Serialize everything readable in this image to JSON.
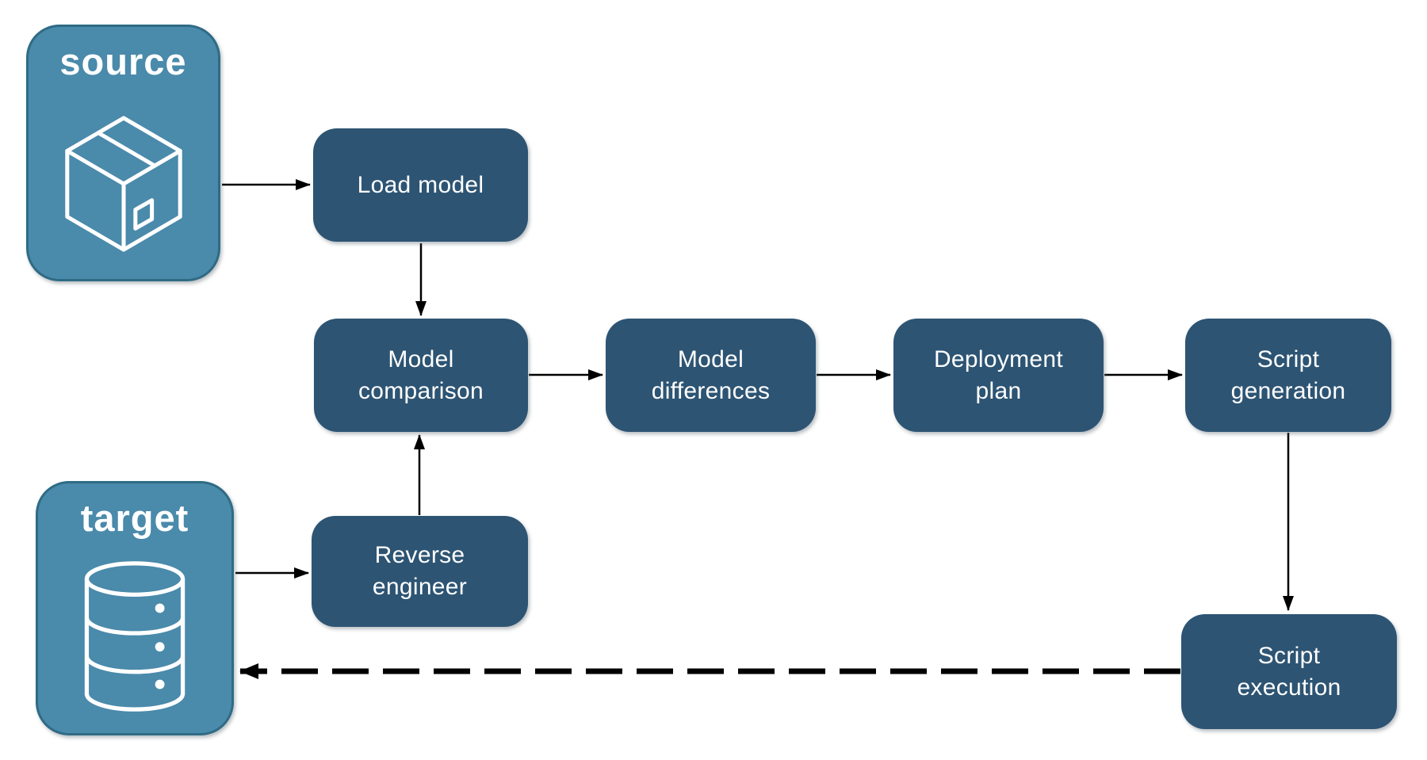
{
  "diagram": {
    "description": "Database schema deployment pipeline diagram",
    "colors": {
      "background": "#ffffff",
      "node_fill": "#2d5473",
      "node_text": "#ffffff",
      "endpoint_fill": "#4a8aab",
      "endpoint_border": "#2f6b85",
      "arrow": "#000000"
    },
    "endpoints": {
      "source": {
        "label": "source",
        "icon": "package-icon"
      },
      "target": {
        "label": "target",
        "icon": "database-icon"
      }
    },
    "nodes": {
      "load_model": {
        "line1": "Load model",
        "line2": ""
      },
      "model_comparison": {
        "line1": "Model",
        "line2": "comparison"
      },
      "model_differences": {
        "line1": "Model",
        "line2": "differences"
      },
      "deployment_plan": {
        "line1": "Deployment",
        "line2": "plan"
      },
      "script_generation": {
        "line1": "Script",
        "line2": "generation"
      },
      "reverse_engineer": {
        "line1": "Reverse",
        "line2": "engineer"
      },
      "script_execution": {
        "line1": "Script",
        "line2": "execution"
      }
    },
    "edges": [
      {
        "from": "source",
        "to": "load_model",
        "style": "solid"
      },
      {
        "from": "load_model",
        "to": "model_comparison",
        "style": "solid"
      },
      {
        "from": "model_comparison",
        "to": "model_differences",
        "style": "solid"
      },
      {
        "from": "model_differences",
        "to": "deployment_plan",
        "style": "solid"
      },
      {
        "from": "deployment_plan",
        "to": "script_generation",
        "style": "solid"
      },
      {
        "from": "script_generation",
        "to": "script_execution",
        "style": "solid"
      },
      {
        "from": "target",
        "to": "reverse_engineer",
        "style": "solid"
      },
      {
        "from": "reverse_engineer",
        "to": "model_comparison",
        "style": "solid"
      },
      {
        "from": "script_execution",
        "to": "target",
        "style": "dashed"
      }
    ]
  }
}
